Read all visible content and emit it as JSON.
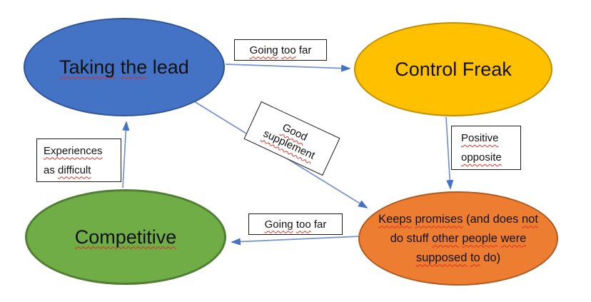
{
  "canvas": {
    "background": "#ffffff"
  },
  "colors": {
    "node_blue_fill": "#4472C4",
    "node_blue_border": "#2F5597",
    "node_yellow_fill": "#FFC000",
    "node_yellow_border": "#BF8F00",
    "node_green_fill": "#70AD47",
    "node_green_border": "#507E32",
    "node_orange_fill": "#ED7D31",
    "node_orange_border": "#AE5A21",
    "arrow_line": "#7293CE",
    "arrow_head": "#4472C4",
    "squiggle": "#D93025",
    "label_border": "#1a1a1a",
    "label_fill": "#ffffff"
  },
  "nodes": {
    "taking_the_lead": {
      "text": "Taking the lead",
      "lines": [
        [
          {
            "t": "Taking",
            "sq": true
          },
          {
            "t": " ",
            "sq": false
          },
          {
            "t": "the",
            "sq": true
          },
          {
            "t": " lead",
            "sq": false
          }
        ]
      ]
    },
    "control_freak": {
      "text": "Control Freak",
      "lines": [
        [
          {
            "t": "Control Freak",
            "sq": false
          }
        ]
      ]
    },
    "competitive": {
      "text": "Competitive",
      "lines": [
        [
          {
            "t": "Competitive",
            "sq": true
          }
        ]
      ]
    },
    "keeps_promises": {
      "text": "Keeps promises (and does not do stuff other people were supposed to do)",
      "lines": [
        [
          {
            "t": "Keeps",
            "sq": true
          },
          {
            "t": " ",
            "sq": false
          },
          {
            "t": "promises",
            "sq": true
          },
          {
            "t": " (and does ",
            "sq": false
          },
          {
            "t": "not",
            "sq": true
          }
        ],
        [
          {
            "t": "do stuff ",
            "sq": false
          },
          {
            "t": "other",
            "sq": true
          },
          {
            "t": " ",
            "sq": false
          },
          {
            "t": "people",
            "sq": true
          },
          {
            "t": " ",
            "sq": false
          },
          {
            "t": "were",
            "sq": true
          }
        ],
        [
          {
            "t": "supposed",
            "sq": true
          },
          {
            "t": " ",
            "sq": false
          },
          {
            "t": "to",
            "sq": true
          },
          {
            "t": " do)",
            "sq": false
          }
        ]
      ]
    }
  },
  "labels": {
    "going_too_far_top": {
      "text": "Going too far",
      "lines": [
        [
          {
            "t": "Going",
            "sq": true
          },
          {
            "t": " ",
            "sq": false
          },
          {
            "t": "too",
            "sq": true
          },
          {
            "t": " far",
            "sq": false
          }
        ]
      ]
    },
    "good_supplement": {
      "text": "Good supplement",
      "lines": [
        [
          {
            "t": "Good",
            "sq": true
          }
        ],
        [
          {
            "t": "supplement",
            "sq": true
          }
        ]
      ]
    },
    "experiences_as_difficult": {
      "text": "Experiences as difficult",
      "lines": [
        [
          {
            "t": "Experiences",
            "sq": true
          }
        ],
        [
          {
            "t": "as ",
            "sq": false
          },
          {
            "t": "difficult",
            "sq": true
          }
        ]
      ]
    },
    "positive_opposite": {
      "text": "Positive opposite",
      "lines": [
        [
          {
            "t": "Positive",
            "sq": true
          }
        ],
        [
          {
            "t": "opposite",
            "sq": true
          }
        ]
      ]
    },
    "going_too_far_bottom": {
      "text": "Going too far",
      "lines": [
        [
          {
            "t": "Going",
            "sq": true
          },
          {
            "t": " ",
            "sq": false
          },
          {
            "t": "too",
            "sq": true
          },
          {
            "t": " far",
            "sq": false
          }
        ]
      ]
    }
  },
  "connectors": [
    {
      "from": "taking-the-lead",
      "to": "control-freak",
      "label": "Going too far"
    },
    {
      "from": "taking-the-lead",
      "to": "keeps-promises",
      "label": "Good supplement"
    },
    {
      "from": "control-freak",
      "to": "keeps-promises",
      "label": "Positive opposite"
    },
    {
      "from": "keeps-promises",
      "to": "competitive",
      "label": "Going too far"
    },
    {
      "from": "competitive",
      "to": "taking-the-lead",
      "label": "Experiences as difficult"
    }
  ]
}
